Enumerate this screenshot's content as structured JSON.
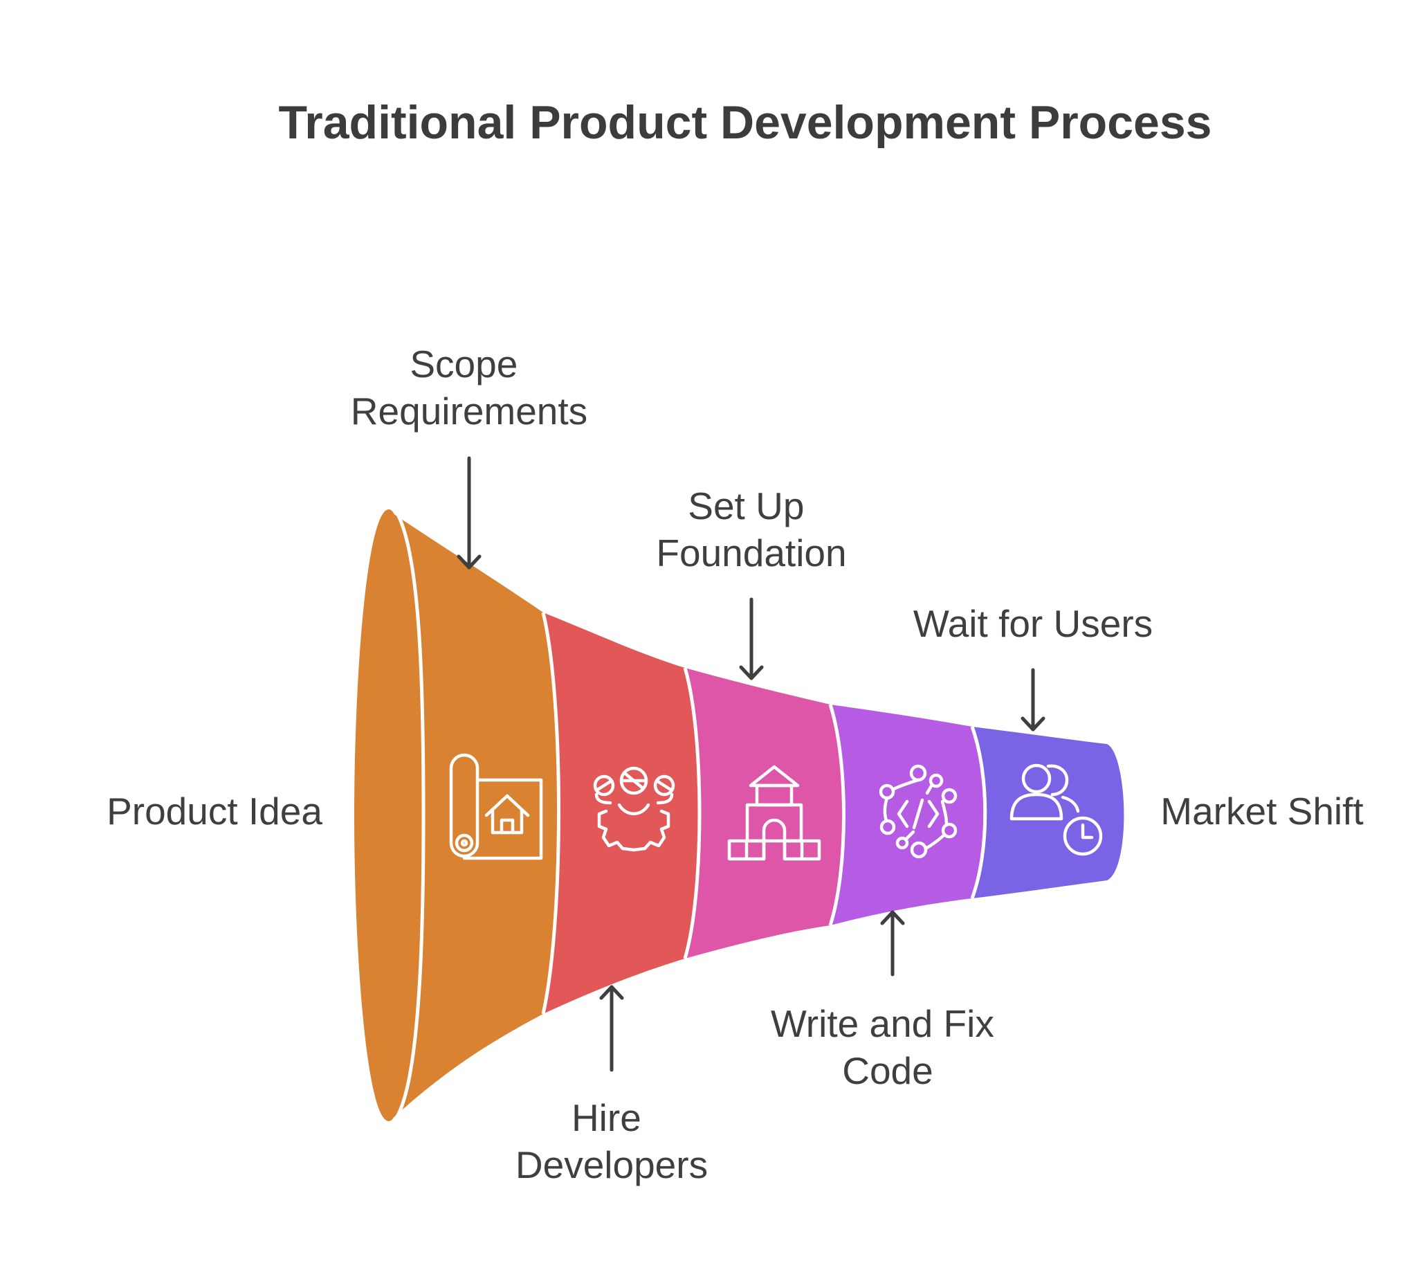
{
  "title": "Traditional Product Development Process",
  "stages": [
    {
      "label": "Scope Requirements",
      "lines": [
        "Scope",
        "Requirements"
      ],
      "color": "#D98232",
      "icon": "blueprint-house-icon"
    },
    {
      "label": "Hire Developers",
      "lines": [
        "Hire",
        "Developers"
      ],
      "color": "#E25757",
      "icon": "team-gear-icon"
    },
    {
      "label": "Set Up Foundation",
      "lines": [
        "Set Up",
        "Foundation"
      ],
      "color": "#DD56A8",
      "icon": "building-foundation-icon"
    },
    {
      "label": "Write and Fix Code",
      "lines": [
        "Write and Fix",
        "Code"
      ],
      "color": "#B65BE3",
      "icon": "code-network-icon"
    },
    {
      "label": "Wait for Users",
      "lines": [
        "Wait for Users"
      ],
      "color": "#7B63E6",
      "icon": "users-clock-icon"
    }
  ],
  "start_label": "Product Idea",
  "end_label": "Market Shift",
  "colors": {
    "title": "#3c3c3c",
    "text": "#3f3f3f",
    "background": "#ffffff"
  }
}
